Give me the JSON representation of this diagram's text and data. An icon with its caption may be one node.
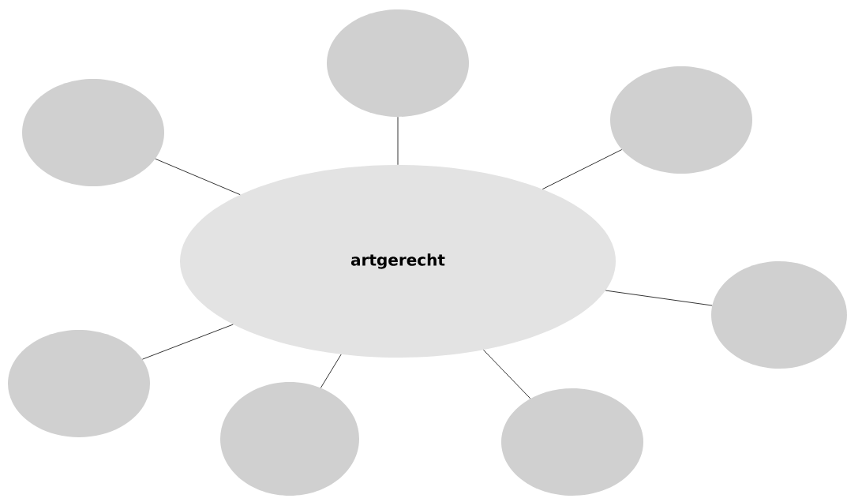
{
  "diagram": {
    "nodes": [
      {
        "text": [
          "**artgerecht**"
        ]
      },
      {
        "text": [],
        "shape": "ellipse"
      },
      {
        "text": [],
        "shape": "ellipse"
      },
      {
        "text": [],
        "shape": "ellipse"
      },
      {
        "text": [],
        "shape": "ellipse"
      },
      {
        "text": [],
        "shape": "ellipse"
      },
      {
        "text": [],
        "shape": "ellipse"
      },
      {
        "text": [],
        "shape": "ellipse"
      }
    ],
    "edges": [
      {
        "from": 0,
        "to": 1,
        "arrow": "none"
      },
      {
        "from": 0,
        "to": 2,
        "arrow": "none"
      },
      {
        "from": 0,
        "to": 3,
        "arrow": "none"
      },
      {
        "from": 0,
        "to": 4,
        "arrow": "none"
      },
      {
        "from": 0,
        "to": 5,
        "arrow": "none"
      },
      {
        "from": 0,
        "to": 6,
        "arrow": "none"
      },
      {
        "from": 0,
        "to": 7,
        "arrow": "none"
      }
    ]
  }
}
